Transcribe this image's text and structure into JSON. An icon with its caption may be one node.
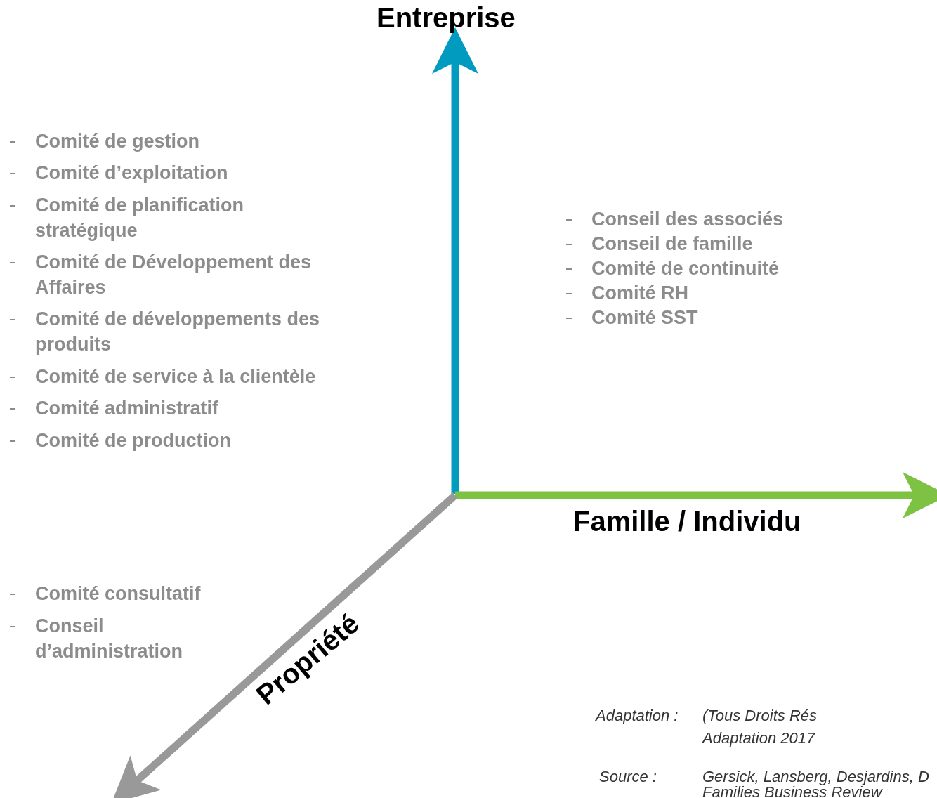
{
  "diagram": {
    "labels": [
      "Entreprise",
      "Comité de gestion",
      "Comité d’exploitation",
      "Comité de planification stratégique",
      "Comité de Développement des Affaires",
      "Comité de développements des produits",
      "Comité de service à la clientèle",
      "Comité administratif",
      "Comité de production",
      "Conseil des associés",
      "Conseil de famille",
      "Comité de continuité",
      "Comité RH",
      "Comité SST",
      "Famille / Individu",
      "Comité consultatif",
      "Conseil d’administration",
      "Propriété",
      "Adaptation :",
      "(Tous Droits Rés",
      "Adaptation 2017",
      "Source :",
      "Gersick, Lansberg, Desjardins, D",
      "Families Business Review"
    ]
  }
}
